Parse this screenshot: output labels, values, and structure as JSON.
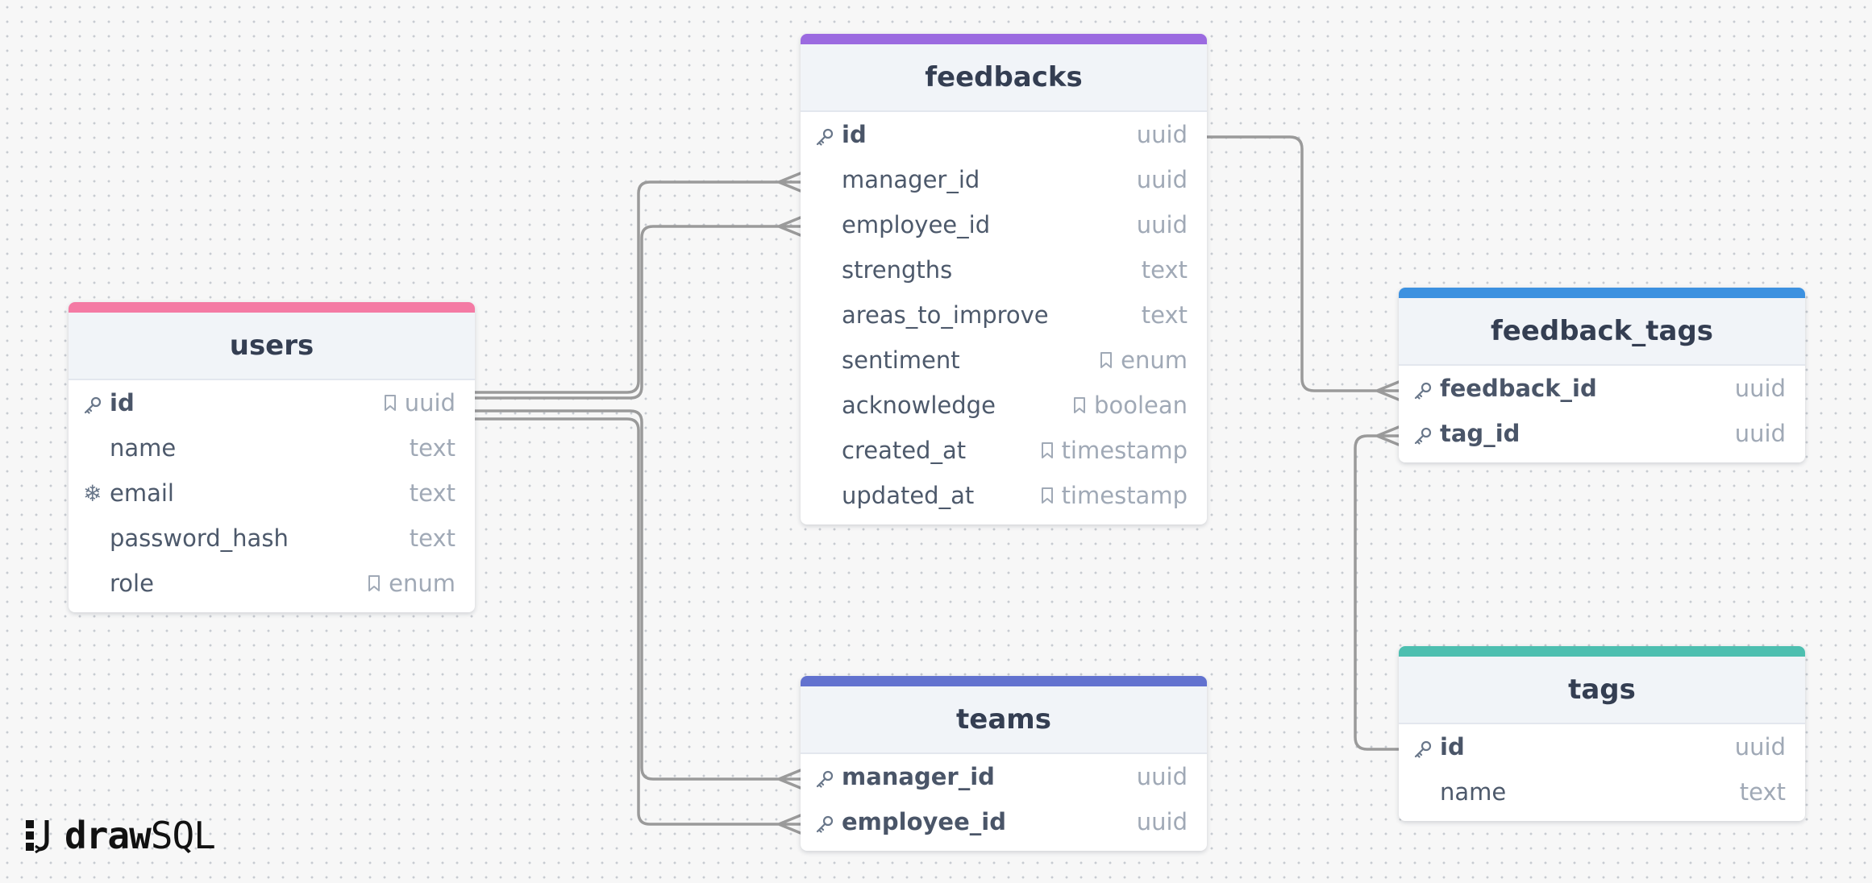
{
  "tables": {
    "users": {
      "title": "users",
      "accent": "#f47aa4",
      "rows": [
        {
          "name": "id",
          "type": "uuid",
          "icon": "key-icon",
          "pk": true,
          "enum": true
        },
        {
          "name": "name",
          "type": "text"
        },
        {
          "name": "email",
          "type": "text",
          "icon": "snowflake-icon"
        },
        {
          "name": "password_hash",
          "type": "text"
        },
        {
          "name": "role",
          "type": "enum",
          "enum": true
        }
      ]
    },
    "feedbacks": {
      "title": "feedbacks",
      "accent": "#9b6ae0",
      "rows": [
        {
          "name": "id",
          "type": "uuid",
          "icon": "key-icon",
          "pk": true
        },
        {
          "name": "manager_id",
          "type": "uuid"
        },
        {
          "name": "employee_id",
          "type": "uuid"
        },
        {
          "name": "strengths",
          "type": "text"
        },
        {
          "name": "areas_to_improve",
          "type": "text"
        },
        {
          "name": "sentiment",
          "type": "enum",
          "enum": true
        },
        {
          "name": "acknowledge",
          "type": "boolean",
          "enum": true
        },
        {
          "name": "created_at",
          "type": "timestamp",
          "enum": true
        },
        {
          "name": "updated_at",
          "type": "timestamp",
          "enum": true
        }
      ]
    },
    "feedback_tags": {
      "title": "feedback_tags",
      "accent": "#3c91e0",
      "rows": [
        {
          "name": "feedback_id",
          "type": "uuid",
          "icon": "key-icon",
          "pk": true
        },
        {
          "name": "tag_id",
          "type": "uuid",
          "icon": "key-icon",
          "pk": true
        }
      ]
    },
    "teams": {
      "title": "teams",
      "accent": "#6272cf",
      "rows": [
        {
          "name": "manager_id",
          "type": "uuid",
          "icon": "key-icon",
          "pk": true
        },
        {
          "name": "employee_id",
          "type": "uuid",
          "icon": "key-icon",
          "pk": true
        }
      ]
    },
    "tags": {
      "title": "tags",
      "accent": "#4dbfb0",
      "rows": [
        {
          "name": "id",
          "type": "uuid",
          "icon": "key-icon",
          "pk": true
        },
        {
          "name": "name",
          "type": "text"
        }
      ]
    }
  },
  "relations": [
    {
      "from": "users.id",
      "to": "feedbacks.manager_id"
    },
    {
      "from": "users.id",
      "to": "feedbacks.employee_id"
    },
    {
      "from": "users.id",
      "to": "teams.manager_id"
    },
    {
      "from": "users.id",
      "to": "teams.employee_id"
    },
    {
      "from": "feedbacks.id",
      "to": "feedback_tags.feedback_id"
    },
    {
      "from": "tags.id",
      "to": "feedback_tags.tag_id"
    }
  ],
  "logo": {
    "draw": "draw",
    "sql": "SQL"
  }
}
